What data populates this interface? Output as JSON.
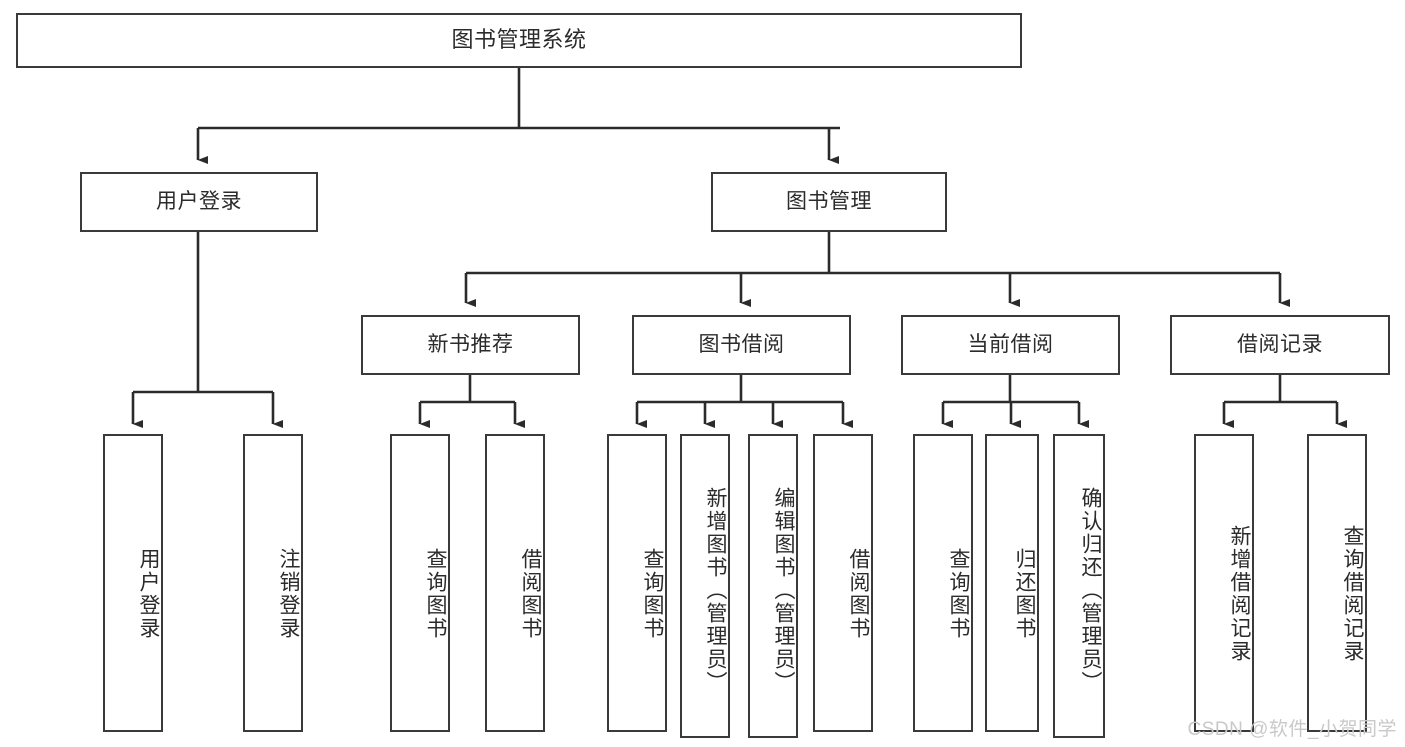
{
  "diagram": {
    "title": "图书管理系统",
    "type": "tree",
    "colors": {
      "box_border": "#3a3a3a",
      "box_fill": "#ffffff",
      "text": "#2b2b2b",
      "connector": "#2b2b2b",
      "watermark": "#c9c9c9",
      "background": "#ffffff"
    },
    "root": {
      "label": "图书管理系统"
    },
    "level2": [
      {
        "label": "用户登录"
      },
      {
        "label": "图书管理"
      }
    ],
    "level3": [
      {
        "label": "新书推荐"
      },
      {
        "label": "图书借阅"
      },
      {
        "label": "当前借阅"
      },
      {
        "label": "借阅记录"
      }
    ],
    "leaves": {
      "user_login": [
        {
          "label": "用户登录"
        },
        {
          "label": "注销登录"
        }
      ],
      "new_book_recommend": [
        {
          "label": "查询图书"
        },
        {
          "label": "借阅图书"
        }
      ],
      "book_borrow": [
        {
          "label": "查询图书"
        },
        {
          "label": "新增图书（管理员）"
        },
        {
          "label": "编辑图书（管理员）"
        },
        {
          "label": "借阅图书"
        }
      ],
      "current_borrow": [
        {
          "label": "查询图书"
        },
        {
          "label": "归还图书"
        },
        {
          "label": "确认归还（管理员）"
        }
      ],
      "borrow_record": [
        {
          "label": "新增借阅记录"
        },
        {
          "label": "查询借阅记录"
        }
      ]
    },
    "watermark": "CSDN @软件_小贺同学"
  }
}
